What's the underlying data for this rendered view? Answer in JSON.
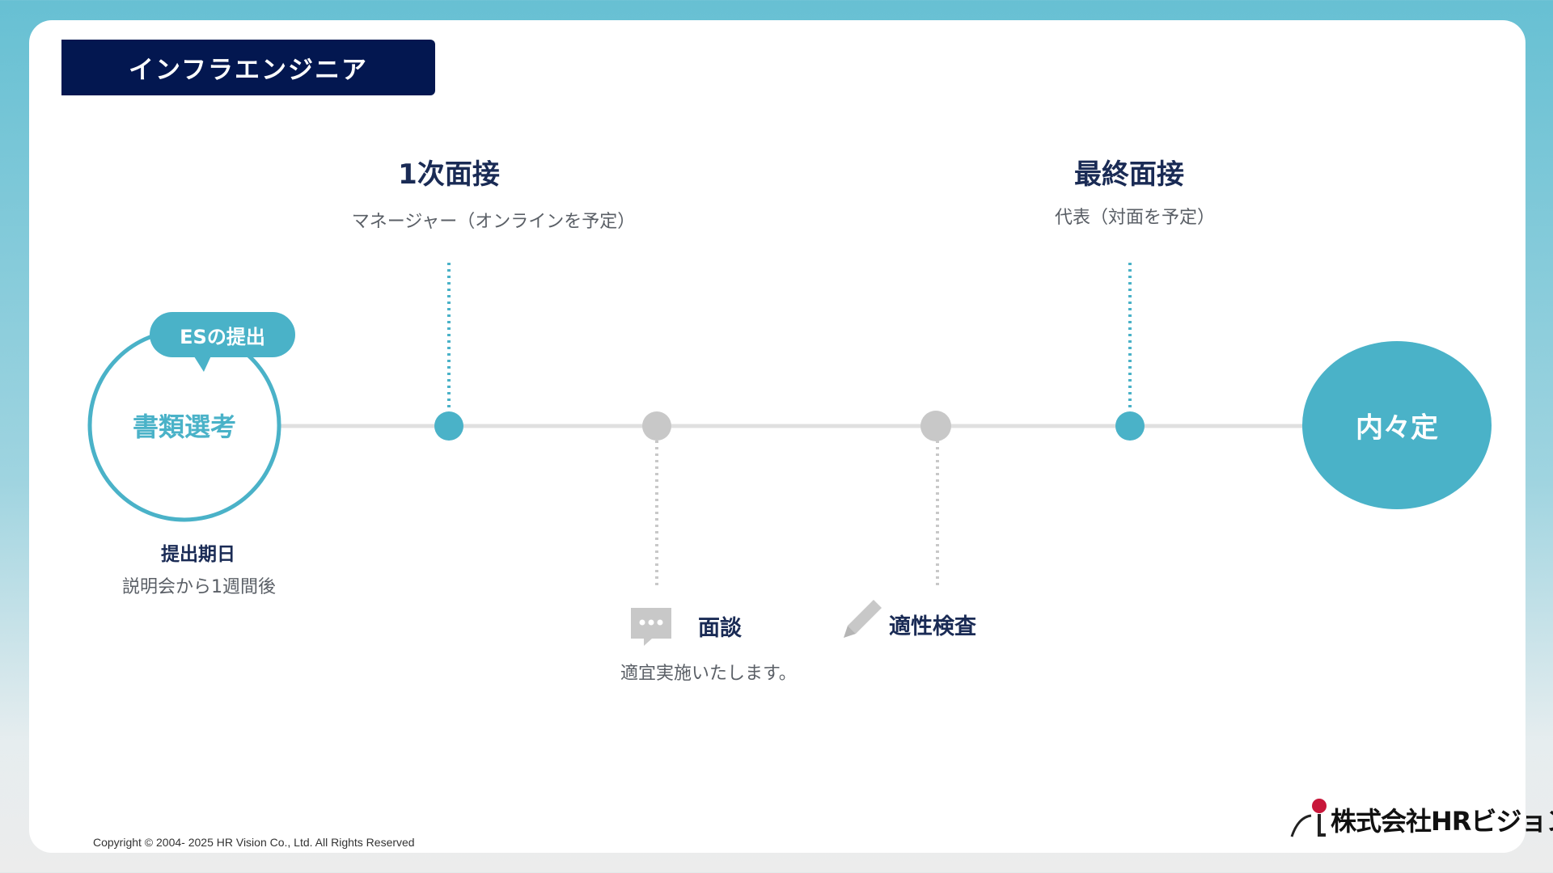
{
  "header": {
    "title": "インフラエンジニア"
  },
  "stages": {
    "document_screening": {
      "label": "書類選考",
      "badge": "ESの提出",
      "deadline_label": "提出期日",
      "deadline_value": "説明会から1週間後"
    },
    "first_interview": {
      "title": "1次面接",
      "subtitle": "マネージャー（オンラインを予定）"
    },
    "interview_talk": {
      "title": "面談",
      "note": "適宜実施いたします。"
    },
    "aptitude_test": {
      "title": "適性検査"
    },
    "final_interview": {
      "title": "最終面接",
      "subtitle": "代表（対面を予定）"
    },
    "offer": {
      "label": "内々定"
    }
  },
  "footer": {
    "copyright": "Copyright © 2004- 2025 HR Vision Co., Ltd. All Rights Reserved",
    "company": "株式会社HRビジョン"
  },
  "colors": {
    "accent": "#4ab2c8",
    "navy": "#031750",
    "gray_node": "#c8c8c8",
    "line": "#e0e0e0"
  },
  "icons": {
    "talk": "chat-bubble-icon",
    "test": "pencil-icon"
  }
}
